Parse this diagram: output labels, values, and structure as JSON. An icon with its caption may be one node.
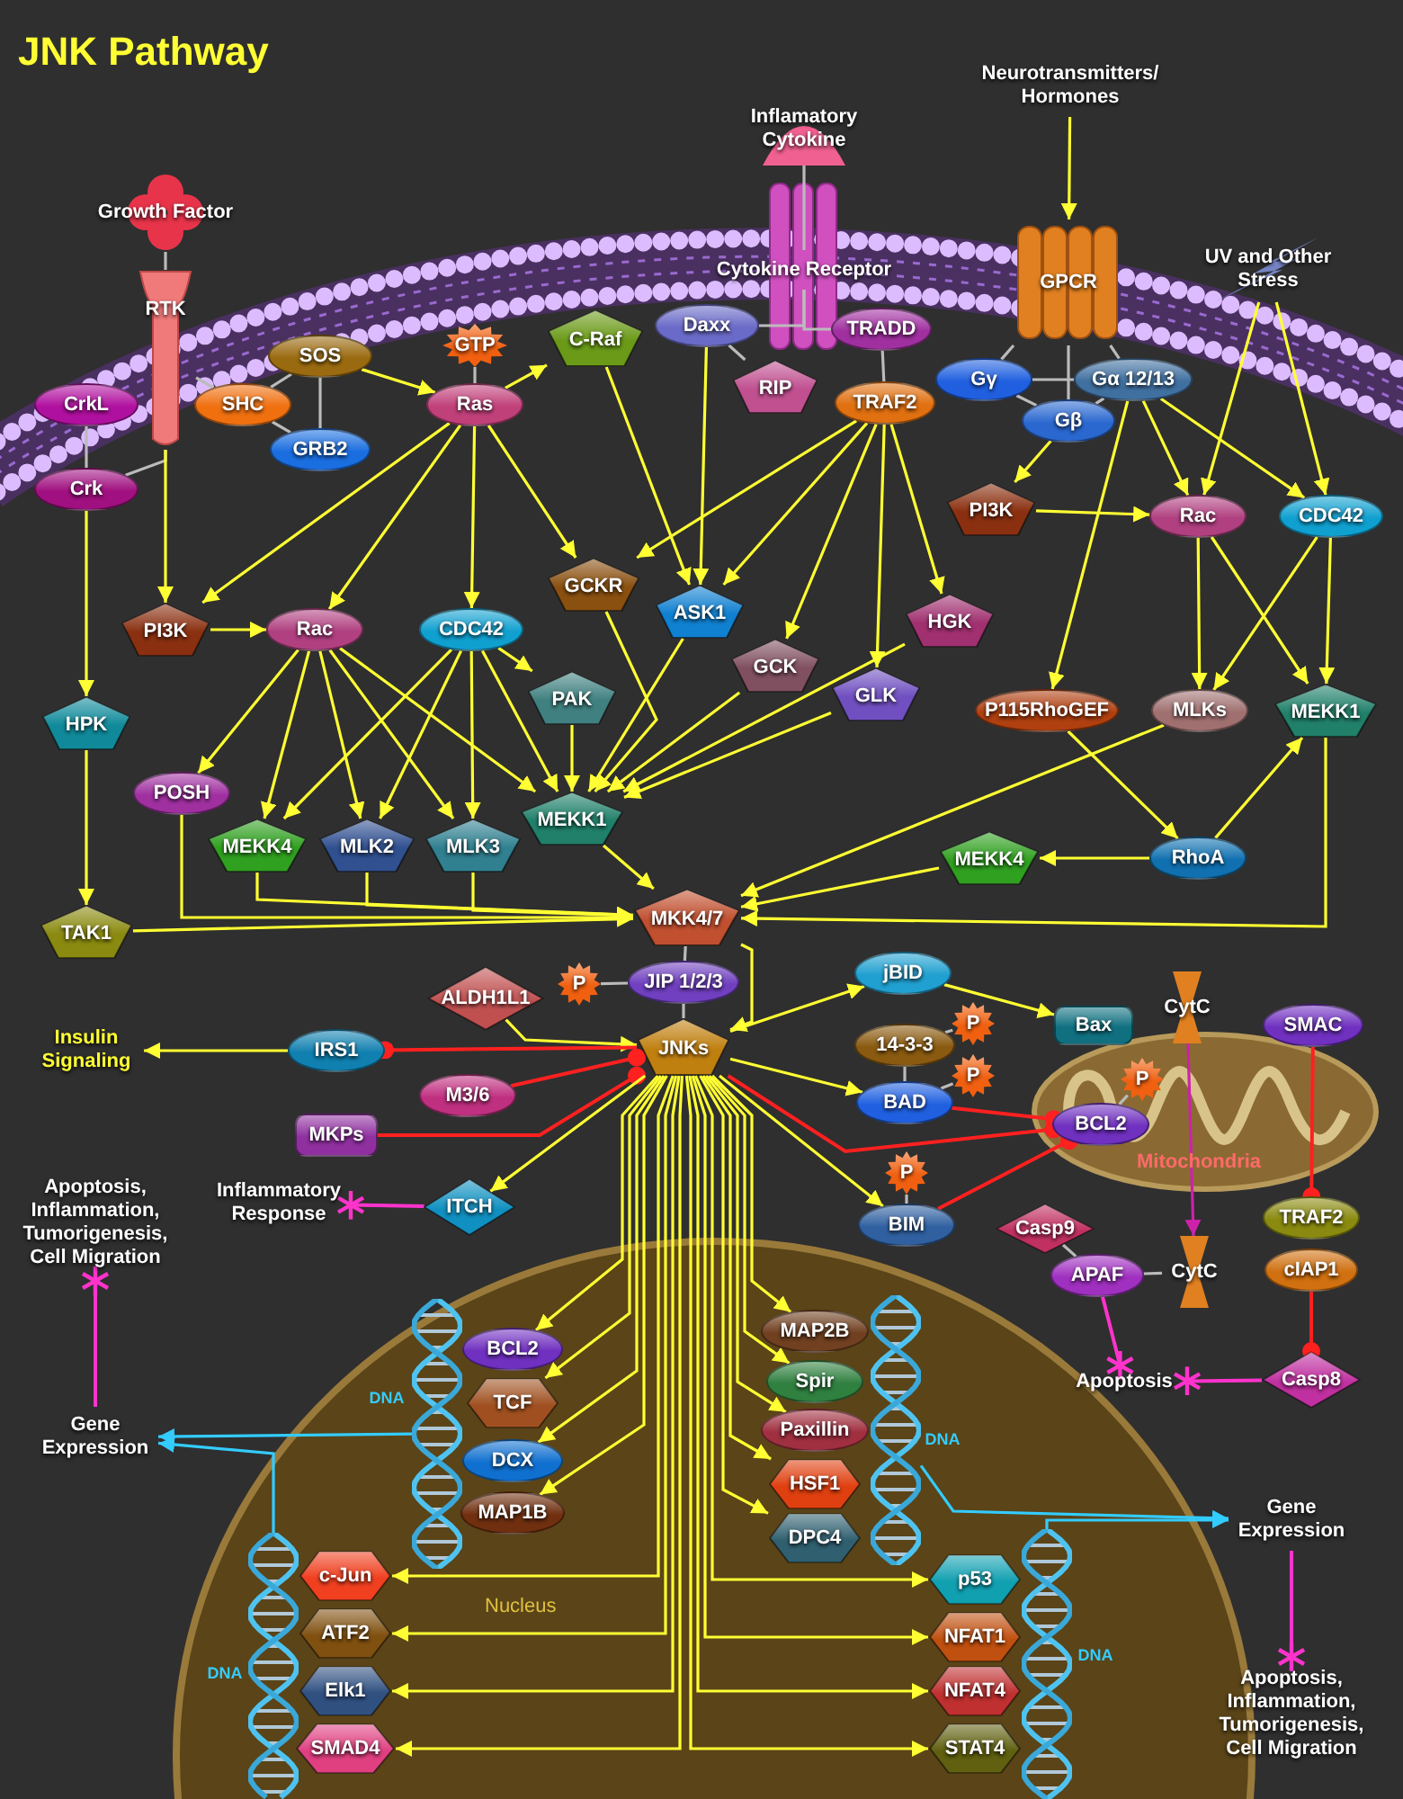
{
  "diagram": {
    "title": "JNK Pathway",
    "nodes": [
      {
        "text": [
          "Growth Factor"
        ]
      },
      {
        "text": [
          "RTK"
        ]
      },
      {
        "text": [
          "Inflamatory Cytokine"
        ]
      },
      {
        "text": [
          "Cytokine Receptor"
        ]
      },
      {
        "text": [
          "Neurotransmitters/ Hormones"
        ]
      },
      {
        "text": [
          "GPCR"
        ]
      },
      {
        "text": [
          "UV and Other Stress"
        ]
      },
      {
        "text": [
          "CrkL"
        ]
      },
      {
        "text": [
          "Crk"
        ]
      },
      {
        "text": [
          "SOS"
        ]
      },
      {
        "text": [
          "SHC"
        ]
      },
      {
        "text": [
          "GRB2"
        ]
      },
      {
        "text": [
          "GTP"
        ]
      },
      {
        "text": [
          "Ras"
        ]
      },
      {
        "text": [
          "C-Raf"
        ]
      },
      {
        "text": [
          "Daxx"
        ]
      },
      {
        "text": [
          "TRADD"
        ]
      },
      {
        "text": [
          "RIP"
        ]
      },
      {
        "text": [
          "TRAF2"
        ]
      },
      {
        "text": [
          "Gγ"
        ]
      },
      {
        "text": [
          "Gα 12/13"
        ]
      },
      {
        "text": [
          "Gβ"
        ]
      },
      {
        "text": [
          "PI3K"
        ]
      },
      {
        "text": [
          "Rac"
        ]
      },
      {
        "text": [
          "CDC42"
        ]
      },
      {
        "text": [
          "PI3K"
        ]
      },
      {
        "text": [
          "Rac"
        ]
      },
      {
        "text": [
          "CDC42"
        ]
      },
      {
        "text": [
          "GCKR"
        ]
      },
      {
        "text": [
          "ASK1"
        ]
      },
      {
        "text": [
          "GCK"
        ]
      },
      {
        "text": [
          "GLK"
        ]
      },
      {
        "text": [
          "HGK"
        ]
      },
      {
        "text": [
          "HPK"
        ]
      },
      {
        "text": [
          "PAK"
        ]
      },
      {
        "text": [
          "POSH"
        ]
      },
      {
        "text": [
          "MEKK4"
        ]
      },
      {
        "text": [
          "MLK2"
        ]
      },
      {
        "text": [
          "MLK3"
        ]
      },
      {
        "text": [
          "MEKK1"
        ]
      },
      {
        "text": [
          "P115RhoGEF"
        ]
      },
      {
        "text": [
          "MLKs"
        ]
      },
      {
        "text": [
          "MEKK1"
        ]
      },
      {
        "text": [
          "MEKK4"
        ]
      },
      {
        "text": [
          "RhoA"
        ]
      },
      {
        "text": [
          "TAK1"
        ]
      },
      {
        "text": [
          "MKK4/7"
        ]
      },
      {
        "text": [
          "P"
        ]
      },
      {
        "text": [
          "JIP 1/2/3"
        ]
      },
      {
        "text": [
          "ALDH1L1"
        ]
      },
      {
        "text": [
          "JNKs"
        ]
      },
      {
        "text": [
          "Insulin Signaling"
        ]
      },
      {
        "text": [
          "IRS1"
        ]
      },
      {
        "text": [
          "M3/6"
        ]
      },
      {
        "text": [
          "MKPs"
        ]
      },
      {
        "text": [
          "Inflammatory Response"
        ]
      },
      {
        "text": [
          "ITCH"
        ]
      },
      {
        "text": [
          "jBID"
        ]
      },
      {
        "text": [
          "14-3-3"
        ]
      },
      {
        "text": [
          "P"
        ]
      },
      {
        "text": [
          "BAD"
        ]
      },
      {
        "text": [
          "P"
        ]
      },
      {
        "text": [
          "BIM"
        ]
      },
      {
        "text": [
          "P"
        ]
      },
      {
        "text": [
          "Mitochondria"
        ]
      },
      {
        "text": [
          "Bax"
        ]
      },
      {
        "text": [
          "CytC"
        ]
      },
      {
        "text": [
          "SMAC"
        ]
      },
      {
        "text": [
          "BCL2"
        ],
        "in": 64
      },
      {
        "text": [
          "P"
        ],
        "in": 64
      },
      {
        "text": [
          "TRAF2"
        ]
      },
      {
        "text": [
          "Casp9"
        ]
      },
      {
        "text": [
          "APAF"
        ]
      },
      {
        "text": [
          "CytC"
        ]
      },
      {
        "text": [
          "cIAP1"
        ]
      },
      {
        "text": [
          "Apoptosis"
        ]
      },
      {
        "text": [
          "Casp8"
        ]
      },
      {
        "text": [
          "Apoptosis, Inflammation, Tumorigenesis, Cell Migration"
        ]
      },
      {
        "text": [
          "Gene Expression"
        ]
      },
      {
        "text": [
          "Nucleus"
        ]
      },
      {
        "text": [
          "BCL2"
        ],
        "in": 79
      },
      {
        "text": [
          "TCF"
        ],
        "in": 79
      },
      {
        "text": [
          "DCX"
        ],
        "in": 79
      },
      {
        "text": [
          "MAP1B"
        ],
        "in": 79
      },
      {
        "text": [
          "MAP2B"
        ],
        "in": 79
      },
      {
        "text": [
          "Spir"
        ],
        "in": 79
      },
      {
        "text": [
          "Paxillin"
        ],
        "in": 79
      },
      {
        "text": [
          "HSF1"
        ],
        "in": 79
      },
      {
        "text": [
          "DPC4"
        ],
        "in": 79
      },
      {
        "text": [
          "c-Jun"
        ],
        "in": 79
      },
      {
        "text": [
          "ATF2"
        ],
        "in": 79
      },
      {
        "text": [
          "Elk1"
        ],
        "in": 79
      },
      {
        "text": [
          "SMAD4"
        ],
        "in": 79
      },
      {
        "text": [
          "p53"
        ],
        "in": 79
      },
      {
        "text": [
          "NFAT1"
        ],
        "in": 79
      },
      {
        "text": [
          "NFAT4"
        ],
        "in": 79
      },
      {
        "text": [
          "STAT4"
        ],
        "in": 79
      },
      {
        "text": [
          "Gene Expression"
        ]
      },
      {
        "text": [
          "Apoptosis, Inflammation, Tumorigenesis, Cell Migration"
        ]
      },
      {
        "text": [],
        "shape": "picture",
        "in": 79,
        "beside": [
          "DNA"
        ]
      },
      {
        "text": [],
        "shape": "picture",
        "in": 79,
        "beside": [
          "DNA"
        ]
      },
      {
        "text": [],
        "shape": "picture",
        "in": 79,
        "beside": [
          "DNA"
        ]
      },
      {
        "text": [],
        "shape": "picture",
        "in": 79,
        "beside": [
          "DNA"
        ]
      }
    ],
    "edges": [
      {
        "from": 0,
        "to": 1,
        "arrow": "none",
        "color": "#bbbbbb"
      },
      {
        "from": 1,
        "to": 10,
        "arrow": "none",
        "color": "#bbbbbb"
      },
      {
        "from": 1,
        "to": 8,
        "arrow": "none",
        "color": "#bbbbbb"
      },
      {
        "from": 7,
        "to": 8,
        "arrow": "none",
        "color": "#bbbbbb"
      },
      {
        "from": 10,
        "to": 9,
        "arrow": "none",
        "color": "#bbbbbb"
      },
      {
        "from": 10,
        "to": 11,
        "arrow": "none",
        "color": "#bbbbbb"
      },
      {
        "from": 9,
        "to": 11,
        "arrow": "none",
        "color": "#bbbbbb"
      },
      {
        "from": 12,
        "to": 13,
        "arrow": "none",
        "color": "#bbbbbb"
      },
      {
        "from": 2,
        "to": 3,
        "arrow": "none",
        "color": "#bbbbbb"
      },
      {
        "from": 3,
        "to": 15,
        "arrow": "none",
        "color": "#bbbbbb"
      },
      {
        "from": 3,
        "to": 16,
        "arrow": "none",
        "color": "#bbbbbb"
      },
      {
        "from": 15,
        "to": 17,
        "arrow": "none",
        "color": "#bbbbbb"
      },
      {
        "from": 16,
        "to": 18,
        "arrow": "none",
        "color": "#bbbbbb"
      },
      {
        "from": 5,
        "to": 19,
        "arrow": "none",
        "color": "#bbbbbb"
      },
      {
        "from": 5,
        "to": 20,
        "arrow": "none",
        "color": "#bbbbbb"
      },
      {
        "from": 5,
        "to": 21,
        "arrow": "none",
        "color": "#bbbbbb"
      },
      {
        "from": 19,
        "to": 20,
        "arrow": "none",
        "color": "#bbbbbb"
      },
      {
        "from": 19,
        "to": 21,
        "arrow": "none",
        "color": "#bbbbbb"
      },
      {
        "from": 21,
        "to": 20,
        "arrow": "none",
        "color": "#bbbbbb"
      },
      {
        "from": 4,
        "to": 5,
        "arrow": "to"
      },
      {
        "from": 9,
        "to": 13,
        "arrow": "to"
      },
      {
        "from": 13,
        "to": 14,
        "arrow": "to"
      },
      {
        "from": 13,
        "to": 25,
        "arrow": "to"
      },
      {
        "from": 13,
        "to": 26,
        "arrow": "to"
      },
      {
        "from": 13,
        "to": 27,
        "arrow": "to"
      },
      {
        "from": 13,
        "to": 28,
        "arrow": "to"
      },
      {
        "from": 1,
        "to": 25,
        "arrow": "to"
      },
      {
        "from": 25,
        "to": 26,
        "arrow": "to"
      },
      {
        "from": 14,
        "to": 29,
        "arrow": "to"
      },
      {
        "from": 15,
        "to": 29,
        "arrow": "to"
      },
      {
        "from": 18,
        "to": 28,
        "arrow": "to"
      },
      {
        "from": 18,
        "to": 29,
        "arrow": "to"
      },
      {
        "from": 18,
        "to": 30,
        "arrow": "to"
      },
      {
        "from": 18,
        "to": 31,
        "arrow": "to"
      },
      {
        "from": 18,
        "to": 32,
        "arrow": "to"
      },
      {
        "from": 21,
        "to": 22,
        "arrow": "to"
      },
      {
        "from": 22,
        "to": 23,
        "arrow": "to"
      },
      {
        "from": 20,
        "to": 23,
        "arrow": "to"
      },
      {
        "from": 20,
        "to": 24,
        "arrow": "to"
      },
      {
        "from": 20,
        "to": 40,
        "arrow": "to"
      },
      {
        "from": 6,
        "to": 23,
        "arrow": "to"
      },
      {
        "from": 6,
        "to": 24,
        "arrow": "to"
      },
      {
        "from": 23,
        "to": 41,
        "arrow": "to"
      },
      {
        "from": 23,
        "to": 42,
        "arrow": "to"
      },
      {
        "from": 24,
        "to": 41,
        "arrow": "to"
      },
      {
        "from": 24,
        "to": 42,
        "arrow": "to"
      },
      {
        "from": 40,
        "to": 44,
        "arrow": "to"
      },
      {
        "from": 44,
        "to": 42,
        "arrow": "to"
      },
      {
        "from": 44,
        "to": 43,
        "arrow": "to"
      },
      {
        "from": 43,
        "to": 46,
        "arrow": "to"
      },
      {
        "from": 41,
        "to": 46,
        "arrow": "to"
      },
      {
        "from": 42,
        "to": 46,
        "arrow": "to"
      },
      {
        "from": 8,
        "to": 33,
        "arrow": "to"
      },
      {
        "from": 33,
        "to": 45,
        "arrow": "to"
      },
      {
        "from": 45,
        "to": 46,
        "arrow": "to"
      },
      {
        "from": 26,
        "to": 35,
        "arrow": "to"
      },
      {
        "from": 26,
        "to": 36,
        "arrow": "to"
      },
      {
        "from": 26,
        "to": 37,
        "arrow": "to"
      },
      {
        "from": 26,
        "to": 38,
        "arrow": "to"
      },
      {
        "from": 26,
        "to": 39,
        "arrow": "to"
      },
      {
        "from": 27,
        "to": 36,
        "arrow": "to"
      },
      {
        "from": 27,
        "to": 37,
        "arrow": "to"
      },
      {
        "from": 27,
        "to": 38,
        "arrow": "to"
      },
      {
        "from": 27,
        "to": 34,
        "arrow": "to"
      },
      {
        "from": 27,
        "to": 39,
        "arrow": "to"
      },
      {
        "from": 34,
        "to": 39,
        "arrow": "to"
      },
      {
        "from": 28,
        "to": 39,
        "arrow": "to"
      },
      {
        "from": 29,
        "to": 39,
        "arrow": "to"
      },
      {
        "from": 30,
        "to": 39,
        "arrow": "to"
      },
      {
        "from": 31,
        "to": 39,
        "arrow": "to"
      },
      {
        "from": 32,
        "to": 39,
        "arrow": "to"
      },
      {
        "from": 35,
        "to": 46,
        "arrow": "to"
      },
      {
        "from": 36,
        "to": 46,
        "arrow": "to"
      },
      {
        "from": 37,
        "to": 46,
        "arrow": "to"
      },
      {
        "from": 38,
        "to": 46,
        "arrow": "to"
      },
      {
        "from": 39,
        "to": 46,
        "arrow": "to"
      },
      {
        "from": 46,
        "to": 48,
        "arrow": "none",
        "color": "#bbbbbb"
      },
      {
        "from": 48,
        "to": 50,
        "arrow": "none",
        "color": "#bbbbbb"
      },
      {
        "from": 47,
        "to": 48,
        "arrow": "none",
        "color": "#bbbbbb"
      },
      {
        "from": 46,
        "to": 50,
        "arrow": "to"
      },
      {
        "from": 49,
        "to": 50,
        "arrow": "to"
      },
      {
        "from": 52,
        "to": 51,
        "arrow": "to"
      },
      {
        "from": 50,
        "to": 52,
        "arrow": "other",
        "color": "#ff2020"
      },
      {
        "from": 53,
        "to": 50,
        "arrow": "other",
        "color": "#ff2020"
      },
      {
        "from": 54,
        "to": 50,
        "arrow": "other",
        "color": "#ff2020"
      },
      {
        "from": 50,
        "to": 56,
        "arrow": "to"
      },
      {
        "from": 56,
        "to": 55,
        "arrow": "other",
        "color": "#ff33cc"
      },
      {
        "from": 50,
        "to": 57,
        "arrow": "to"
      },
      {
        "from": 50,
        "to": 60,
        "arrow": "to"
      },
      {
        "from": 50,
        "to": 62,
        "arrow": "to"
      },
      {
        "from": 57,
        "to": 65,
        "arrow": "to"
      },
      {
        "from": 58,
        "to": 59,
        "arrow": "none",
        "color": "#bbbbbb"
      },
      {
        "from": 60,
        "to": 61,
        "arrow": "none",
        "color": "#bbbbbb"
      },
      {
        "from": 58,
        "to": 60,
        "arrow": "none",
        "color": "#bbbbbb"
      },
      {
        "from": 62,
        "to": 63,
        "arrow": "none",
        "color": "#bbbbbb"
      },
      {
        "from": 68,
        "to": 69,
        "arrow": "none",
        "color": "#bbbbbb"
      },
      {
        "from": 60,
        "to": 68,
        "arrow": "other",
        "color": "#ff2020"
      },
      {
        "from": 50,
        "to": 68,
        "arrow": "other",
        "color": "#ff2020"
      },
      {
        "from": 62,
        "to": 68,
        "arrow": "other",
        "color": "#ff2020"
      },
      {
        "from": 67,
        "to": 70,
        "arrow": "other",
        "color": "#ff2020"
      },
      {
        "from": 74,
        "to": 76,
        "arrow": "other",
        "color": "#ff2020"
      },
      {
        "from": 66,
        "to": 73,
        "arrow": "to",
        "color": "#cc22aa"
      },
      {
        "from": 71,
        "to": 72,
        "arrow": "none",
        "color": "#bbbbbb"
      },
      {
        "from": 72,
        "to": 73,
        "arrow": "none",
        "color": "#bbbbbb"
      },
      {
        "from": 72,
        "to": 75,
        "arrow": "other",
        "color": "#ff33cc"
      },
      {
        "from": 76,
        "to": 75,
        "arrow": "other",
        "color": "#ff33cc"
      },
      {
        "from": 50,
        "to": 80,
        "arrow": "to"
      },
      {
        "from": 50,
        "to": 81,
        "arrow": "to"
      },
      {
        "from": 50,
        "to": 82,
        "arrow": "to"
      },
      {
        "from": 50,
        "to": 83,
        "arrow": "to"
      },
      {
        "from": 50,
        "to": 84,
        "arrow": "to"
      },
      {
        "from": 50,
        "to": 85,
        "arrow": "to"
      },
      {
        "from": 50,
        "to": 86,
        "arrow": "to"
      },
      {
        "from": 50,
        "to": 87,
        "arrow": "to"
      },
      {
        "from": 50,
        "to": 88,
        "arrow": "to"
      },
      {
        "from": 50,
        "to": 89,
        "arrow": "to"
      },
      {
        "from": 50,
        "to": 90,
        "arrow": "to"
      },
      {
        "from": 50,
        "to": 91,
        "arrow": "to"
      },
      {
        "from": 50,
        "to": 92,
        "arrow": "to"
      },
      {
        "from": 50,
        "to": 93,
        "arrow": "to"
      },
      {
        "from": 50,
        "to": 94,
        "arrow": "to"
      },
      {
        "from": 50,
        "to": 95,
        "arrow": "to"
      },
      {
        "from": 50,
        "to": 96,
        "arrow": "to"
      },
      {
        "from": 99,
        "to": 78,
        "arrow": "to",
        "color": "#33ccff"
      },
      {
        "from": 100,
        "to": 78,
        "arrow": "to",
        "color": "#33ccff"
      },
      {
        "from": 101,
        "to": 97,
        "arrow": "to",
        "color": "#33ccff"
      },
      {
        "from": 102,
        "to": 97,
        "arrow": "to",
        "color": "#33ccff"
      },
      {
        "from": 78,
        "to": 77,
        "arrow": "other",
        "color": "#ff33cc"
      },
      {
        "from": 97,
        "to": 98,
        "arrow": "other",
        "color": "#ff33cc"
      }
    ]
  }
}
